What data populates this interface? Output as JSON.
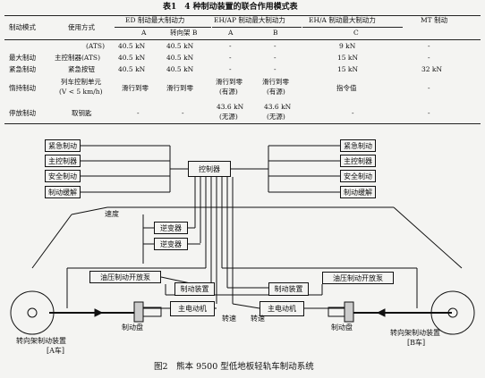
{
  "table": {
    "title": "表1　4 种制动装置的联合作用模式表",
    "headers": {
      "mode": "制动模式",
      "method": "使用方式",
      "ed": "ED 制动最大制动力",
      "ed_a": "A",
      "ed_b": "转向架 B",
      "ehap": "EH/AP 制动最大制动力",
      "ehap_a": "A",
      "ehap_b": "B",
      "eha": "EH/A 制动最大制动力",
      "eha_c": "C",
      "mt": "MT 制动"
    },
    "rows": [
      {
        "mode": "",
        "method": "(ATS)",
        "ed_a": "40.5 kN",
        "ed_b": "40.5 kN",
        "ehap_a": "-",
        "ehap_b": "-",
        "eha": "9 kN",
        "mt": "-"
      },
      {
        "mode": "最大制动",
        "method": "主控制器(ATS)",
        "ed_a": "40.5 kN",
        "ed_b": "40.5 kN",
        "ehap_a": "-",
        "ehap_b": "-",
        "eha": "15 kN",
        "mt": "-"
      },
      {
        "mode": "紧急制动",
        "method": "紧急按钮",
        "ed_a": "40.5 kN",
        "ed_b": "40.5 kN",
        "ehap_a": "-",
        "ehap_b": "-",
        "eha": "15 kN",
        "mt": "32 kN"
      },
      {
        "mode": "惰持制动",
        "method": "列车控制单元",
        "method2": "(V < 5 km/h)",
        "ed_a": "滑行到零",
        "ed_b": "滑行到零",
        "ehap_a": "滑行到零",
        "ehap_a2": "(有源)",
        "ehap_b": "滑行到零",
        "ehap_b2": "(有源)",
        "eha": "指令值",
        "mt": "-"
      },
      {
        "mode": "停放制动",
        "method": "取钥匙",
        "ed_a": "-",
        "ed_b": "-",
        "ehap_a": "43.6 kN",
        "ehap_a2": "(无源)",
        "ehap_b": "43.6 kN",
        "ehap_b2": "(无源)",
        "eha": "-",
        "mt": "-"
      }
    ]
  },
  "diagram": {
    "left_inputs": [
      "紧急制动",
      "主控制器",
      "安全制动",
      "制动缓解"
    ],
    "right_inputs": [
      "紧急制动",
      "主控制器",
      "安全制动",
      "制动缓解"
    ],
    "controller": "控制器",
    "speed": "速度",
    "inverter1": "逆变器",
    "inverter2": "逆变器",
    "pump_left": "油压制动开放泵",
    "pump_right": "油压制动开放泵",
    "brake_left": "制动装置",
    "brake_right": "制动装置",
    "motor_left": "主电动机",
    "motor_right": "主电动机",
    "disc_left": "制动盘",
    "disc_right": "制动盘",
    "speed_left": "转速",
    "speed_right": "转速",
    "bogie_left": "转向架制动装置",
    "car_left": "[A车]",
    "bogie_right": "转向架制动装置",
    "car_right": "[B车]",
    "caption": "图2　熊本 9500 型低地板轻轨车制动系统"
  }
}
